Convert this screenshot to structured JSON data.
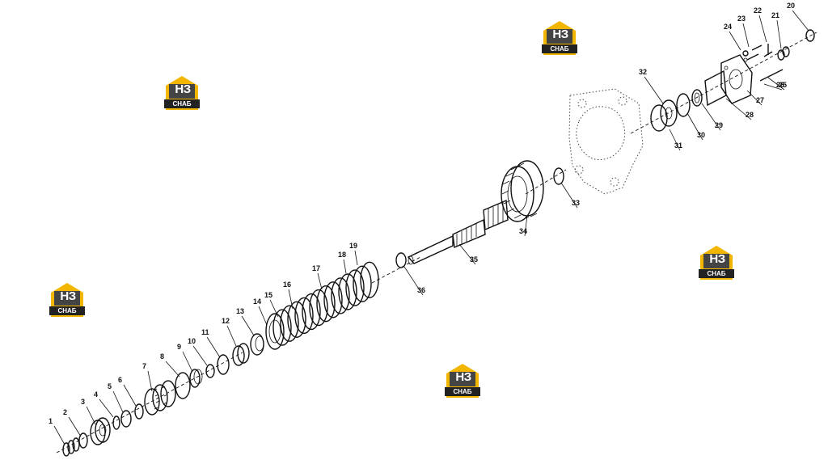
{
  "watermark": {
    "letters": "НЗ",
    "caption": "СНАБ",
    "accent": "#f2b600",
    "dark": "#222222"
  },
  "part_numbers": [
    "1",
    "2",
    "3",
    "4",
    "5",
    "6",
    "7",
    "8",
    "9",
    "10",
    "11",
    "12",
    "13",
    "14",
    "15",
    "16",
    "17",
    "18",
    "19",
    "20",
    "21",
    "22",
    "23",
    "24",
    "25",
    "26",
    "27",
    "28",
    "29",
    "30",
    "31",
    "32",
    "33",
    "34",
    "35",
    "36"
  ]
}
